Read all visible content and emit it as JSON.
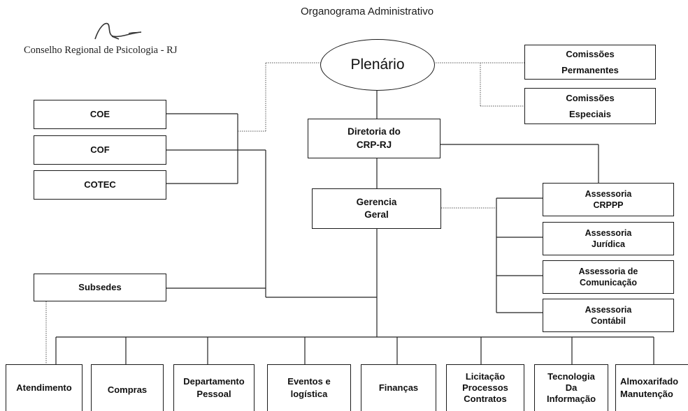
{
  "header": {
    "title": "Organograma Administrativo",
    "organization": "Conselho Regional de Psicologia - RJ"
  },
  "top": {
    "plenario": "Plenário",
    "diretoria": [
      "Diretoria do",
      "CRP-RJ"
    ],
    "gerencia": [
      "Gerencia",
      "Geral"
    ]
  },
  "commissions": [
    [
      "Comissões",
      "Permanentes"
    ],
    [
      "Comissões",
      "Especiais"
    ]
  ],
  "committees": [
    "COE",
    "COF",
    "COTEC"
  ],
  "subsedes": "Subsedes",
  "advisories": [
    [
      "Assessoria",
      "CRPPP"
    ],
    [
      "Assessoria",
      "Jurídica"
    ],
    [
      "Assessoria de",
      "Comunicação"
    ],
    [
      "Assessoria",
      "Contábil"
    ]
  ],
  "departments": [
    [
      "Atendimento"
    ],
    [
      "Compras"
    ],
    [
      "Departamento",
      "Pessoal"
    ],
    [
      "Eventos e",
      "logística"
    ],
    [
      "Finanças"
    ],
    [
      "Licitação",
      "Processos",
      "Contratos"
    ],
    [
      "Tecnologia",
      "Da",
      "Informação"
    ],
    [
      "Almoxarifado",
      "Manutenção"
    ]
  ]
}
